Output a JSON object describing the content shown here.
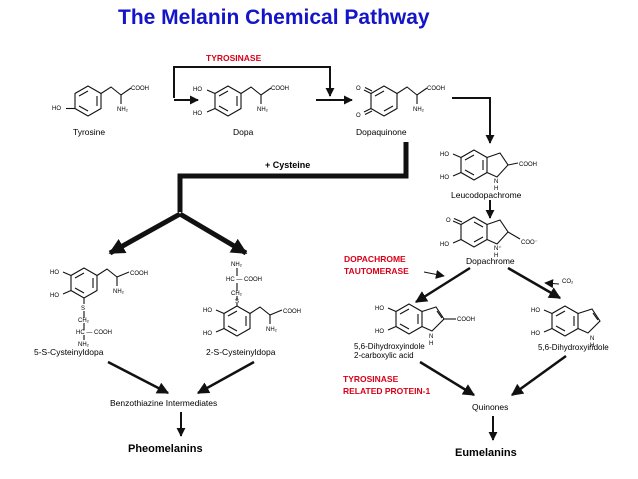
{
  "title": "The Melanin Chemical Pathway",
  "colors": {
    "title": "#1414c8",
    "enzyme": "#d80018",
    "ink": "#111111"
  },
  "enzymes": {
    "tyrosinase": "TYROSINASE",
    "dopachrome_tautomerase_1": "DOPACHROME",
    "dopachrome_tautomerase_2": "TAUTOMERASE",
    "trp1_1": "TYROSINASE",
    "trp1_2": "RELATED PROTEIN-1"
  },
  "reagents": {
    "cysteine": "+ Cysteine",
    "co2": "CO₂"
  },
  "compounds": {
    "tyrosine": "Tyrosine",
    "dopa": "Dopa",
    "dopaquinone": "Dopaquinone",
    "leucodopachrome": "Leucodopachrome",
    "dopachrome": "Dopachrome",
    "cysteinyldopa5": "5-S-Cysteinyldopa",
    "cysteinyldopa2": "2-S-Cysteinyldopa",
    "dhica1": "5,6-Dihydroxyindole",
    "dhica2": "2-carboxylic acid",
    "dhi": "5,6-Dihydroxyindole",
    "benzothiazine": "Benzothiazine Intermediates",
    "quinones": "Quinones"
  },
  "products": {
    "pheomelanins": "Pheomelanins",
    "eumelanins": "Eumelanins"
  },
  "atoms": {
    "ho": "HO",
    "o": "O",
    "cooh": "COOH",
    "coo_minus": "COO⁻",
    "nh2": "NH₂",
    "n": "N",
    "h": "H",
    "n_plus": "N⁺",
    "s": "S",
    "ch2": "CH₂",
    "hc": "HC",
    "hc_cooh": "HC — COOH"
  }
}
